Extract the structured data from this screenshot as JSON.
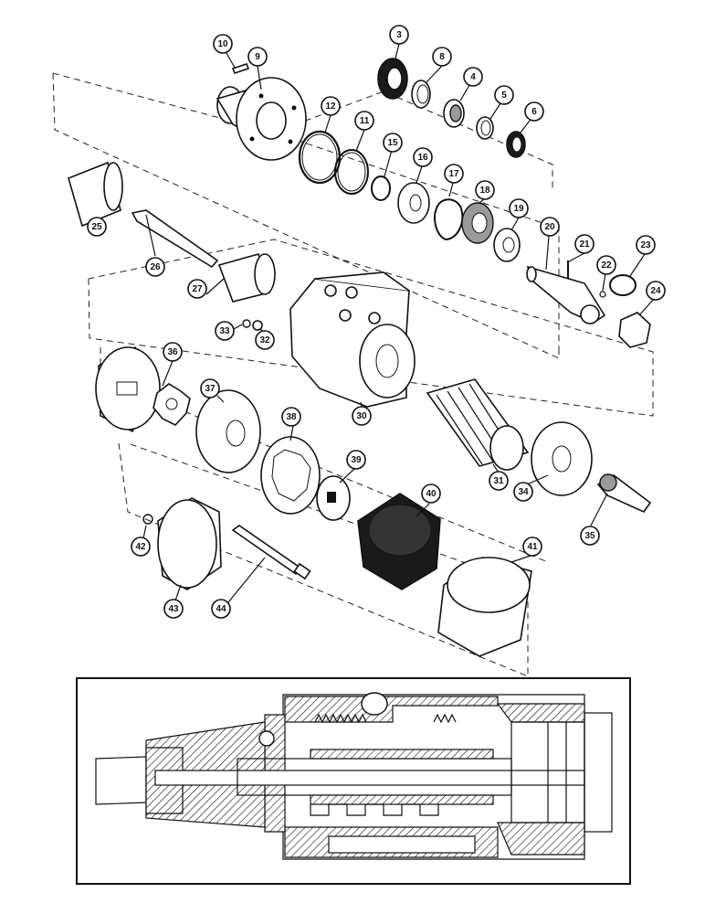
{
  "diagram": {
    "callouts": [
      {
        "id": "c3",
        "label": "3"
      },
      {
        "id": "c4",
        "label": "4"
      },
      {
        "id": "c5",
        "label": "5"
      },
      {
        "id": "c6",
        "label": "6"
      },
      {
        "id": "c8",
        "label": "8"
      },
      {
        "id": "c9",
        "label": "9"
      },
      {
        "id": "c10",
        "label": "10"
      },
      {
        "id": "c11",
        "label": "11"
      },
      {
        "id": "c12",
        "label": "12"
      },
      {
        "id": "c15",
        "label": "15"
      },
      {
        "id": "c16",
        "label": "16"
      },
      {
        "id": "c17",
        "label": "17"
      },
      {
        "id": "c18",
        "label": "18"
      },
      {
        "id": "c19",
        "label": "19"
      },
      {
        "id": "c20",
        "label": "20"
      },
      {
        "id": "c21",
        "label": "21"
      },
      {
        "id": "c22",
        "label": "22"
      },
      {
        "id": "c23",
        "label": "23"
      },
      {
        "id": "c24",
        "label": "24"
      },
      {
        "id": "c25",
        "label": "25"
      },
      {
        "id": "c26",
        "label": "26"
      },
      {
        "id": "c27",
        "label": "27"
      },
      {
        "id": "c30",
        "label": "30"
      },
      {
        "id": "c31",
        "label": "31"
      },
      {
        "id": "c32",
        "label": "32"
      },
      {
        "id": "c33",
        "label": "33"
      },
      {
        "id": "c34",
        "label": "34"
      },
      {
        "id": "c35",
        "label": "35"
      },
      {
        "id": "c36",
        "label": "36"
      },
      {
        "id": "c37",
        "label": "37"
      },
      {
        "id": "c38",
        "label": "38"
      },
      {
        "id": "c39",
        "label": "39"
      },
      {
        "id": "c40",
        "label": "40"
      },
      {
        "id": "c41",
        "label": "41"
      },
      {
        "id": "c42",
        "label": "42"
      },
      {
        "id": "c43",
        "label": "43"
      },
      {
        "id": "c44",
        "label": "44"
      }
    ]
  }
}
